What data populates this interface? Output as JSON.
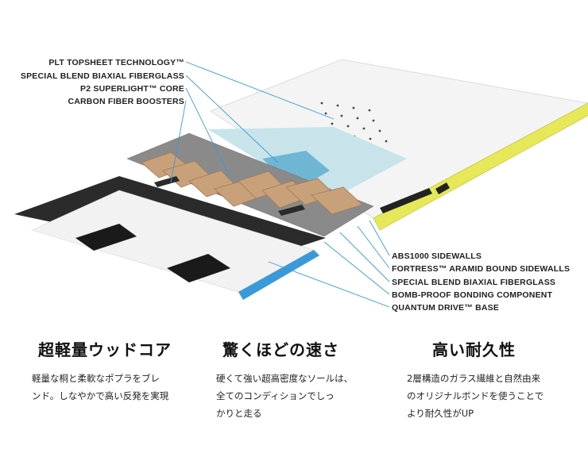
{
  "labels_top": [
    "PLT TOPSHEET TECHNOLOGY™",
    "SPECIAL BLEND BIAXIAL FIBERGLASS",
    "P2 SUPERLIGHT™ CORE",
    "CARBON FIBER BOOSTERS"
  ],
  "labels_bottom": [
    "ABS1000 SIDEWALLS",
    "FORTRESS™ ARAMID BOUND SIDEWALLS",
    "SPECIAL BLEND BIAXIAL FIBERGLASS",
    "BOMB-PROOF BONDING COMPONENT",
    "QUANTUM DRIVE™ BASE"
  ],
  "features": [
    {
      "title": "超軽量ウッドコア",
      "lines": [
        "軽量な桐と柔軟なポプラをブレ",
        "ンド。しなやかで高い反発を実現"
      ]
    },
    {
      "title": "驚くほどの速さ",
      "lines": [
        "硬くて強い超高密度なソールは、",
        "全てのコンディションでしっ",
        "かりと走る"
      ]
    },
    {
      "title": "高い耐久性",
      "lines": [
        "2層構造のガラス繊維と自然由来",
        "のオリジナルボンドを使うことで",
        "より耐久性がUP"
      ]
    }
  ],
  "colors": {
    "sidewall": "#e6e85a",
    "wood": "#c8a07a",
    "fiberglass": "#8a8a8a",
    "base_black": "#1a1a1a",
    "line_blue": "#3a9ad9"
  }
}
